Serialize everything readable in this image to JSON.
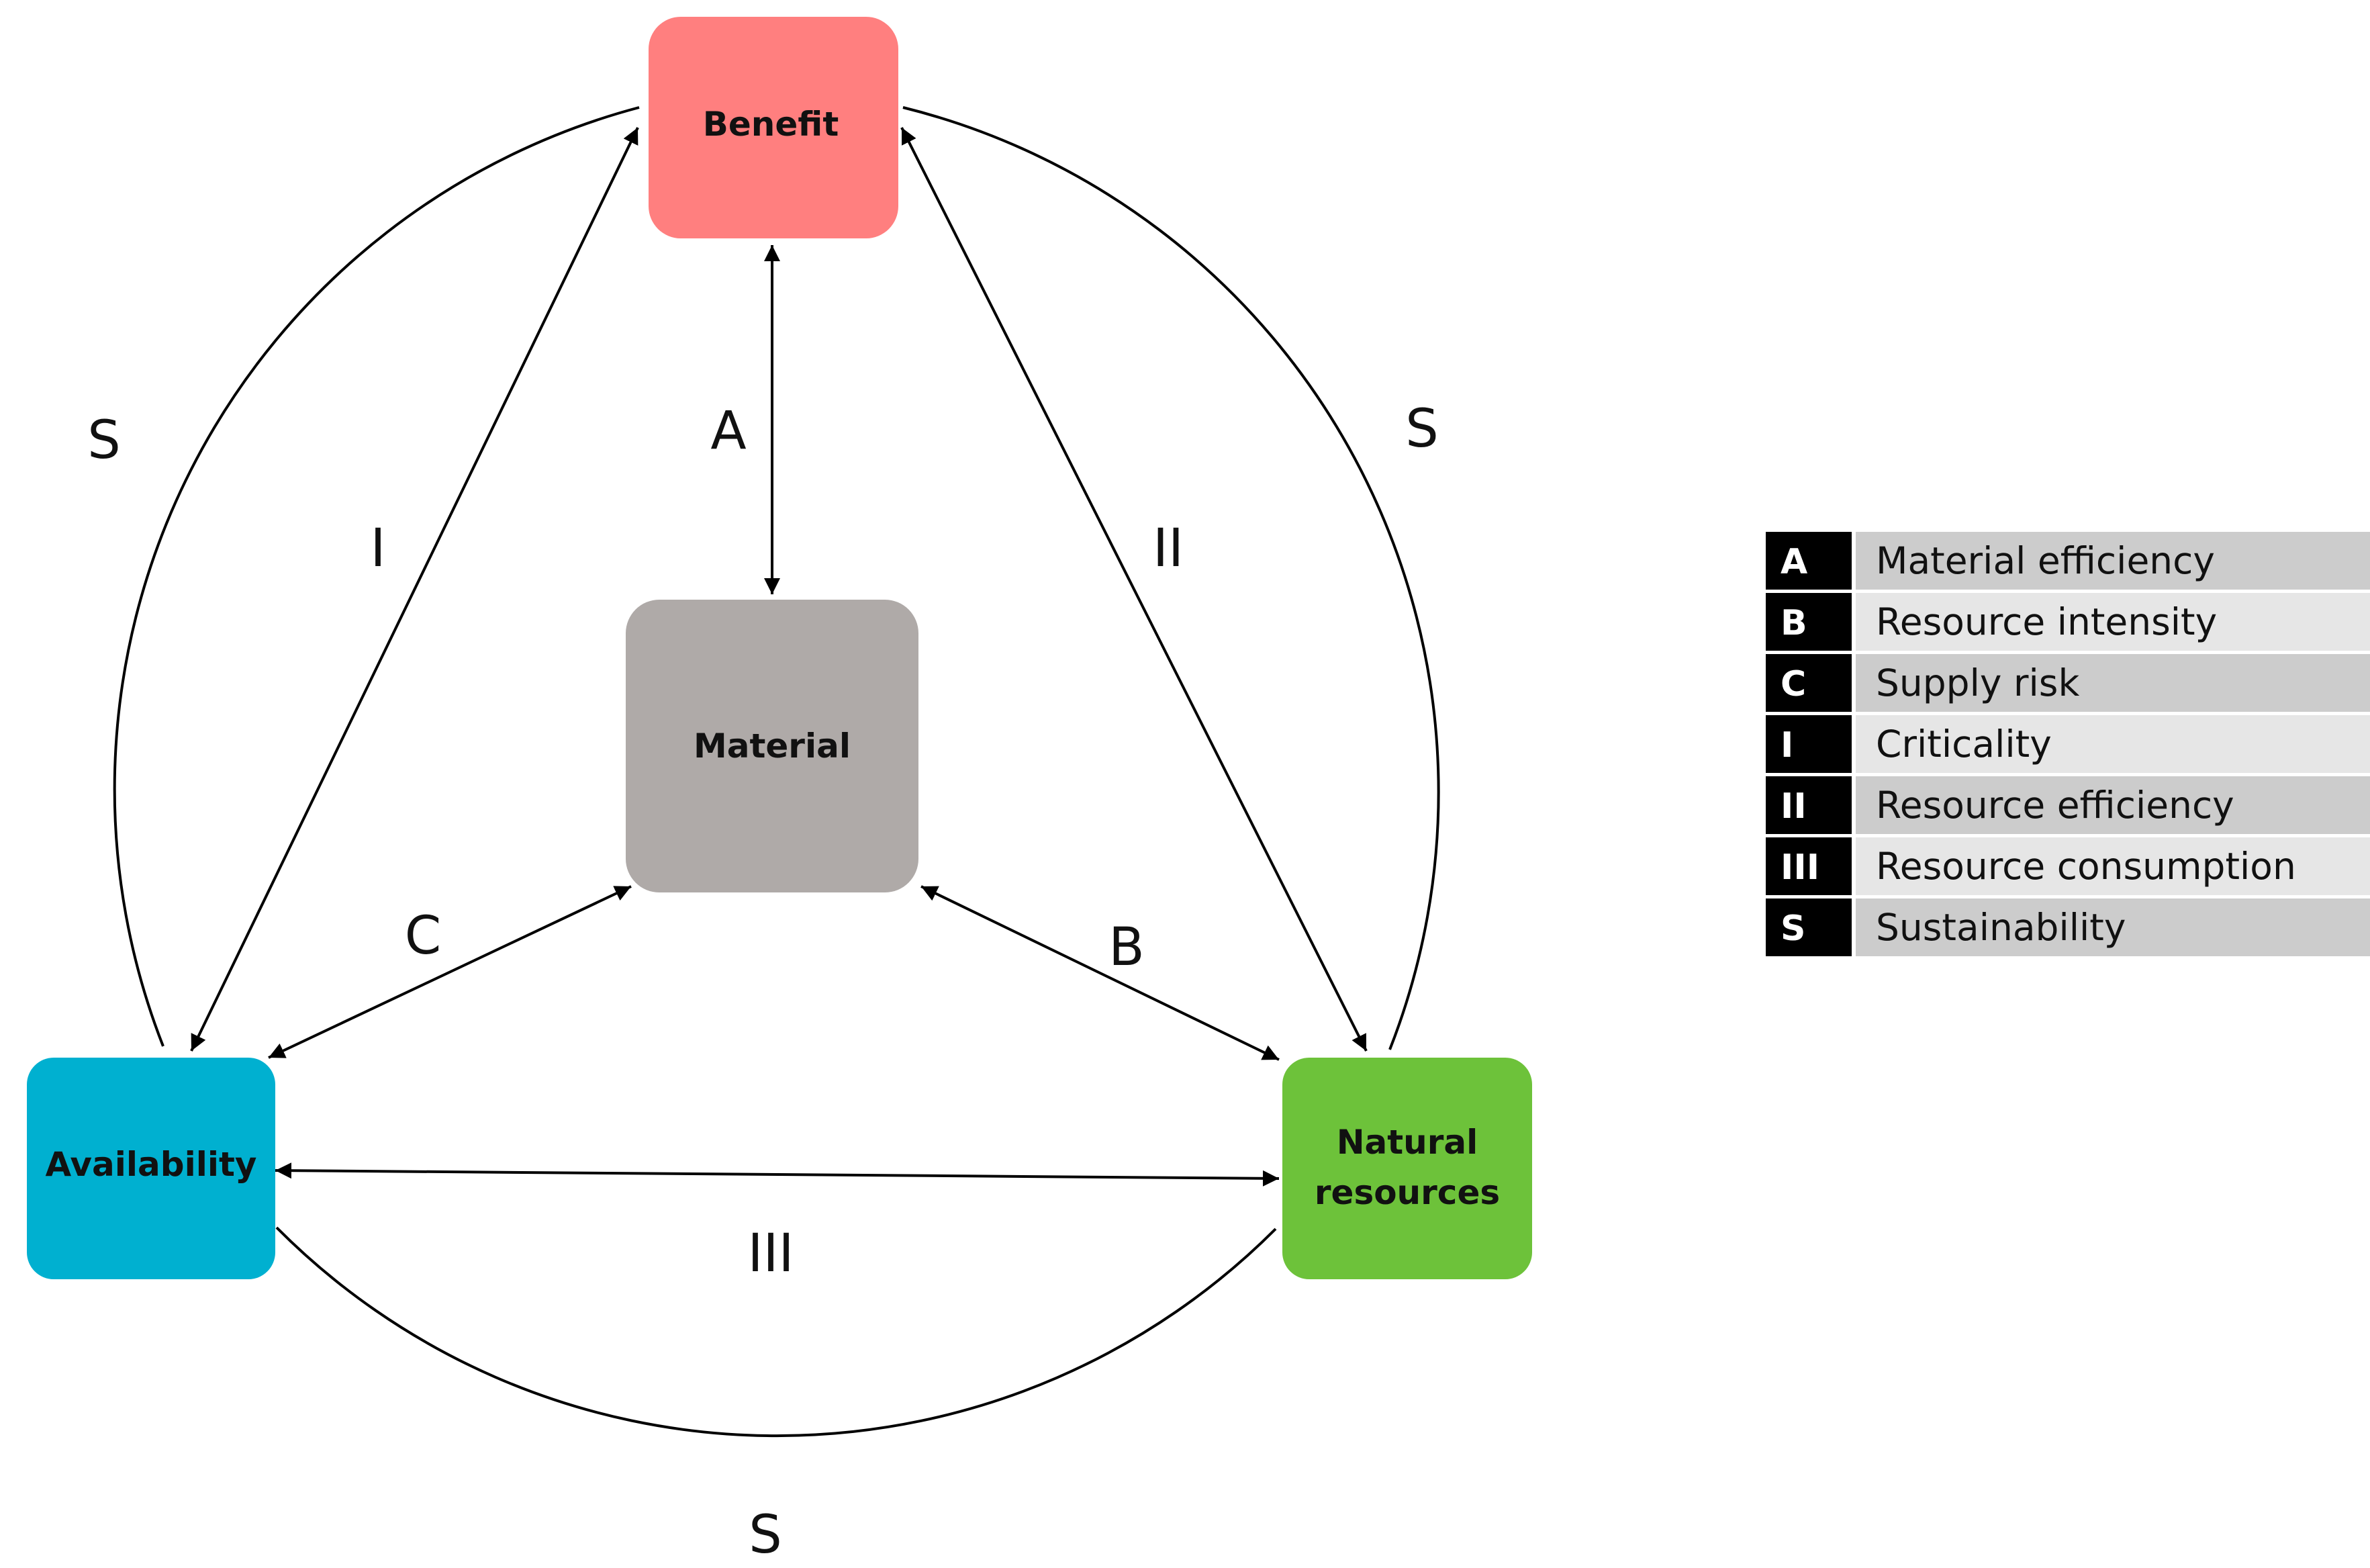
{
  "nodes": {
    "benefit": {
      "label": "Benefit",
      "color": "#FF7F7F"
    },
    "material": {
      "label": "Material",
      "color": "#AFAAA8"
    },
    "availability": {
      "label": "Availability",
      "color": "#00B0D0"
    },
    "natural_resources": {
      "label_line1": "Natural",
      "label_line2": "resources",
      "color": "#6DC23A"
    }
  },
  "edge_labels": {
    "a": "A",
    "b": "B",
    "c": "C",
    "i": "I",
    "ii": "II",
    "iii": "III",
    "s_left": "S",
    "s_right": "S",
    "s_bottom": "S"
  },
  "legend": {
    "rows": [
      {
        "key": "A",
        "text": "Material efficiency"
      },
      {
        "key": "B",
        "text": "Resource intensity"
      },
      {
        "key": "C",
        "text": "Supply risk"
      },
      {
        "key": "I",
        "text": "Criticality"
      },
      {
        "key": "II",
        "text": "Resource efficiency"
      },
      {
        "key": "III",
        "text": "Resource consumption"
      },
      {
        "key": "S",
        "text": "Sustainability"
      }
    ],
    "key_color": "#000000",
    "row_colors": [
      "#CCCCCC",
      "#E6E6E6"
    ]
  }
}
